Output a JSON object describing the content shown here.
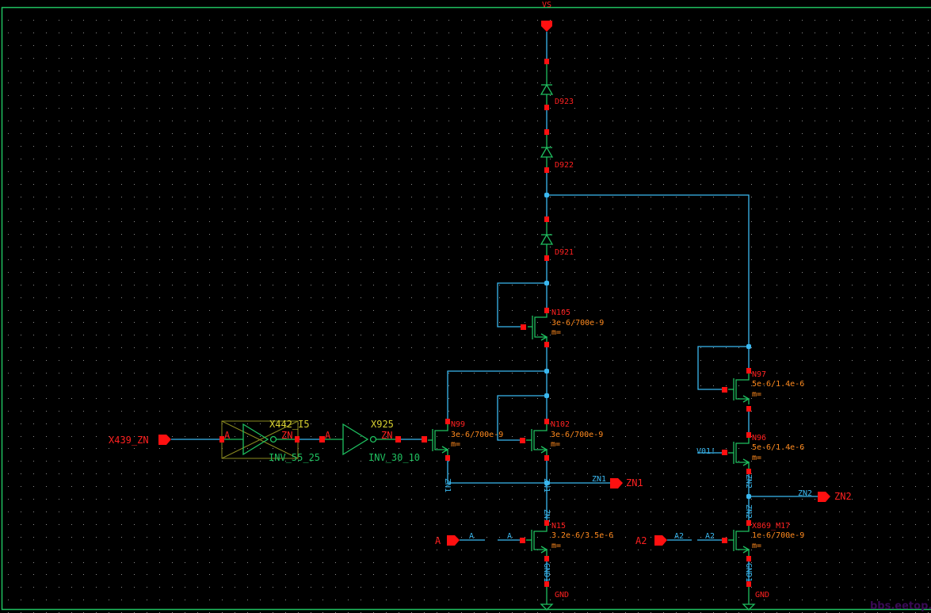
{
  "schematic": {
    "title": "Circuit schematic view",
    "colors": {
      "background": "#000000",
      "border": "#1fc060",
      "wire": "#3ab8f0",
      "device": "#1fc060",
      "pin": "#ff1010",
      "instance_name": "#ff2020",
      "device_param": "#ff8a1e",
      "cell_name": "#d8d030",
      "grid_dot": "#8a8a8a"
    },
    "supply_pin": {
      "label": "VS"
    },
    "diodes": [
      {
        "name": "D923"
      },
      {
        "name": "D922"
      },
      {
        "name": "D921"
      }
    ],
    "transistors": [
      {
        "name": "N105",
        "size": "3e-6/700e-9",
        "m": "m="
      },
      {
        "name": "N99",
        "size": "3e-6/700e-9",
        "m": "m="
      },
      {
        "name": "N102",
        "size": "3e-6/700e-9",
        "m": "m="
      },
      {
        "name": "N15",
        "size": "3.2e-6/3.5e-6",
        "m": "m="
      },
      {
        "name": "N97",
        "size": "5e-6/1.4e-6",
        "m": "m="
      },
      {
        "name": "N96",
        "size": "5e-6/1.4e-6",
        "m": "m="
      },
      {
        "name": "X869_M17",
        "size": "1e-6/700e-9",
        "m": "m="
      }
    ],
    "inverters": [
      {
        "instance": "X442_I5",
        "cell": "INV_55_25",
        "in_pin": "A",
        "out_pin": "ZN"
      },
      {
        "instance": "X925",
        "cell": "INV_30_10",
        "in_pin": "A",
        "out_pin": "ZN"
      }
    ],
    "ports": [
      {
        "name": "X439_ZN",
        "direction": "input"
      },
      {
        "name": "A",
        "direction": "input"
      },
      {
        "name": "A2",
        "direction": "input"
      },
      {
        "name": "ZN1",
        "direction": "output"
      },
      {
        "name": "ZN2",
        "direction": "output"
      }
    ],
    "net_labels": {
      "zn1": "ZN1",
      "zn2": "ZN2",
      "a": "A",
      "a2": "A2",
      "gnd1": "GND1",
      "gnd": "GND",
      "vb": "V01!"
    },
    "watermark": "bbs.eetop.cn"
  }
}
